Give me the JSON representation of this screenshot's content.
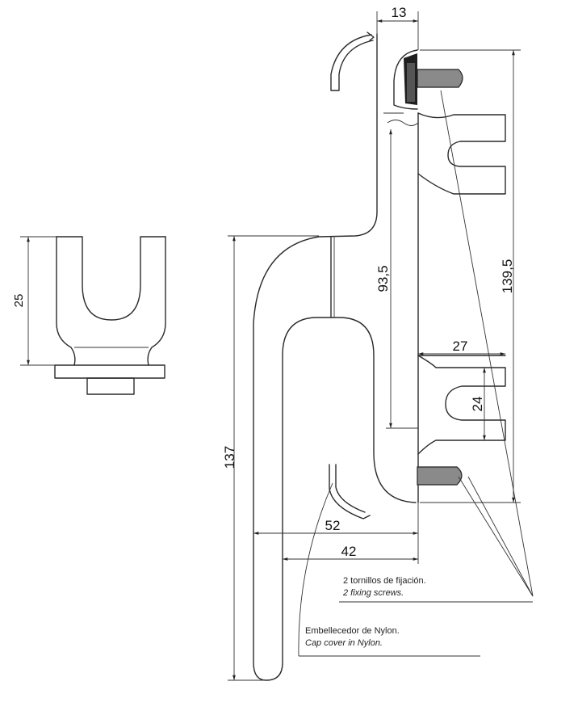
{
  "dimensions": {
    "d13": "13",
    "d139_5": "139,5",
    "d93_5": "93,5",
    "d27": "27",
    "d24": "24",
    "d137": "137",
    "d52": "52",
    "d42": "42",
    "d_side": "25"
  },
  "notes": {
    "screws_es": "2 tornillos de fijación.",
    "screws_en": "2 fixing screws.",
    "cap_es": "Embellecedor de Nylon.",
    "cap_en": "Cap cover in Nylon."
  }
}
